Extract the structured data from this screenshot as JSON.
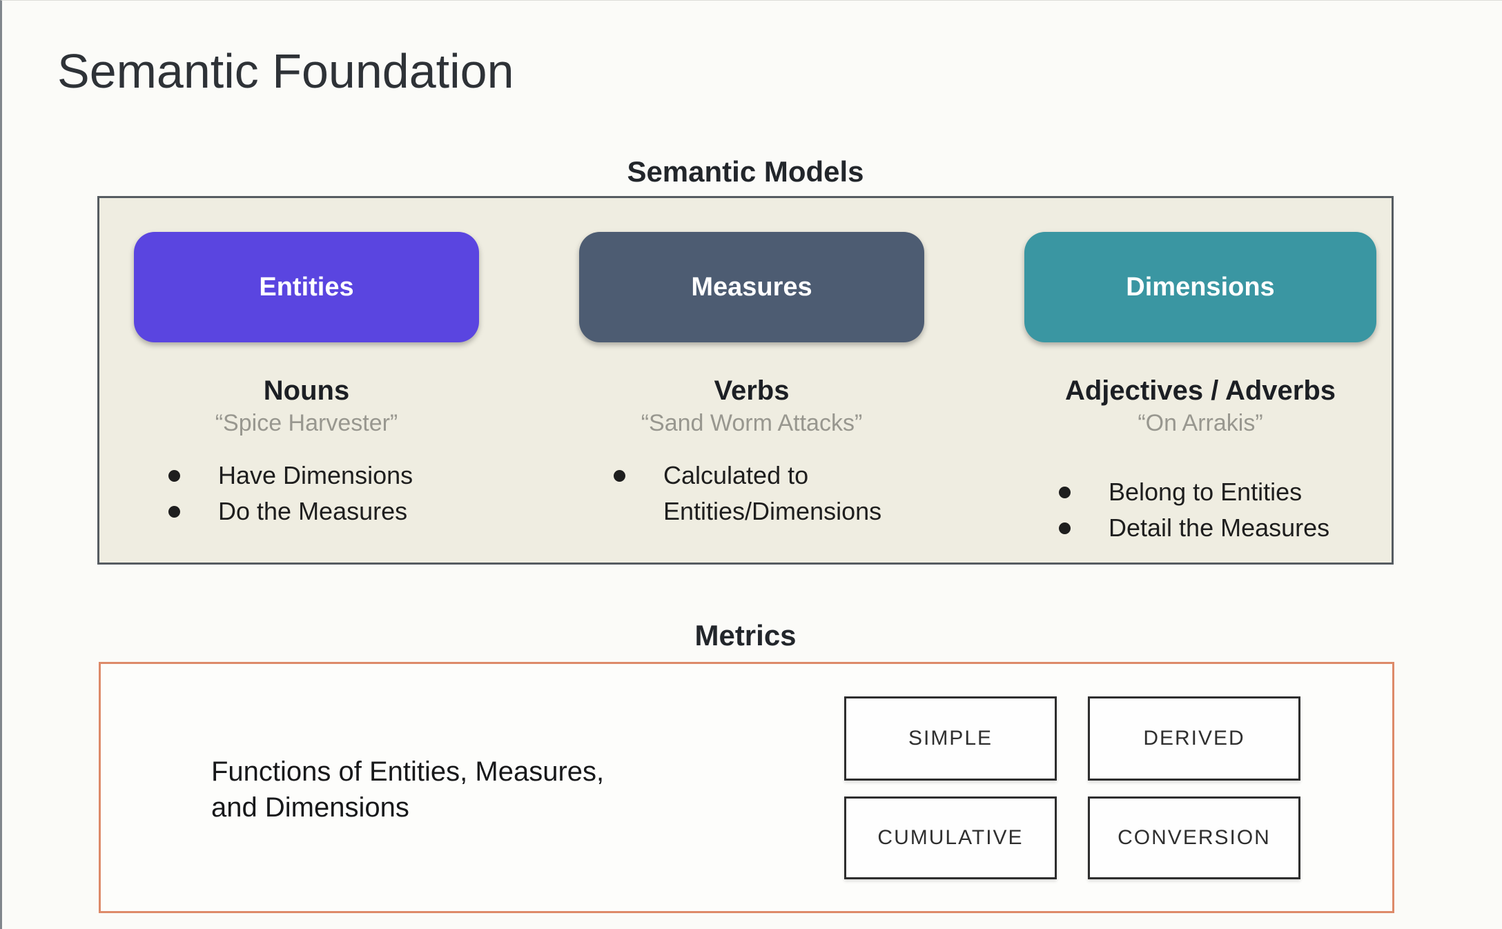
{
  "slide": {
    "title": "Semantic Foundation",
    "semantic_models": {
      "heading": "Semantic Models",
      "box_background": "#efede1",
      "box_border_color": "#565c61",
      "columns": [
        {
          "pill": "Entities",
          "pill_color": "#5a45e0",
          "role": "Nouns",
          "example": "“Spice Harvester”",
          "bullets": [
            "Have Dimensions",
            "Do the Measures"
          ]
        },
        {
          "pill": "Measures",
          "pill_color": "#4d5c72",
          "role": "Verbs",
          "example": "“Sand Worm Attacks”",
          "bullets": [
            "Calculated to Entities/Dimensions"
          ]
        },
        {
          "pill": "Dimensions",
          "pill_color": "#3a96a2",
          "role": "Adjectives / Adverbs",
          "example": "“On Arrakis”",
          "bullets": [
            "Belong to Entities",
            "Detail the Measures"
          ]
        }
      ]
    },
    "metrics": {
      "heading": "Metrics",
      "border_color": "#dd8a69",
      "description": "Functions of Entities, Measures,\nand Dimensions",
      "types": [
        "SIMPLE",
        "DERIVED",
        "CUMULATIVE",
        "CONVERSION"
      ]
    }
  }
}
